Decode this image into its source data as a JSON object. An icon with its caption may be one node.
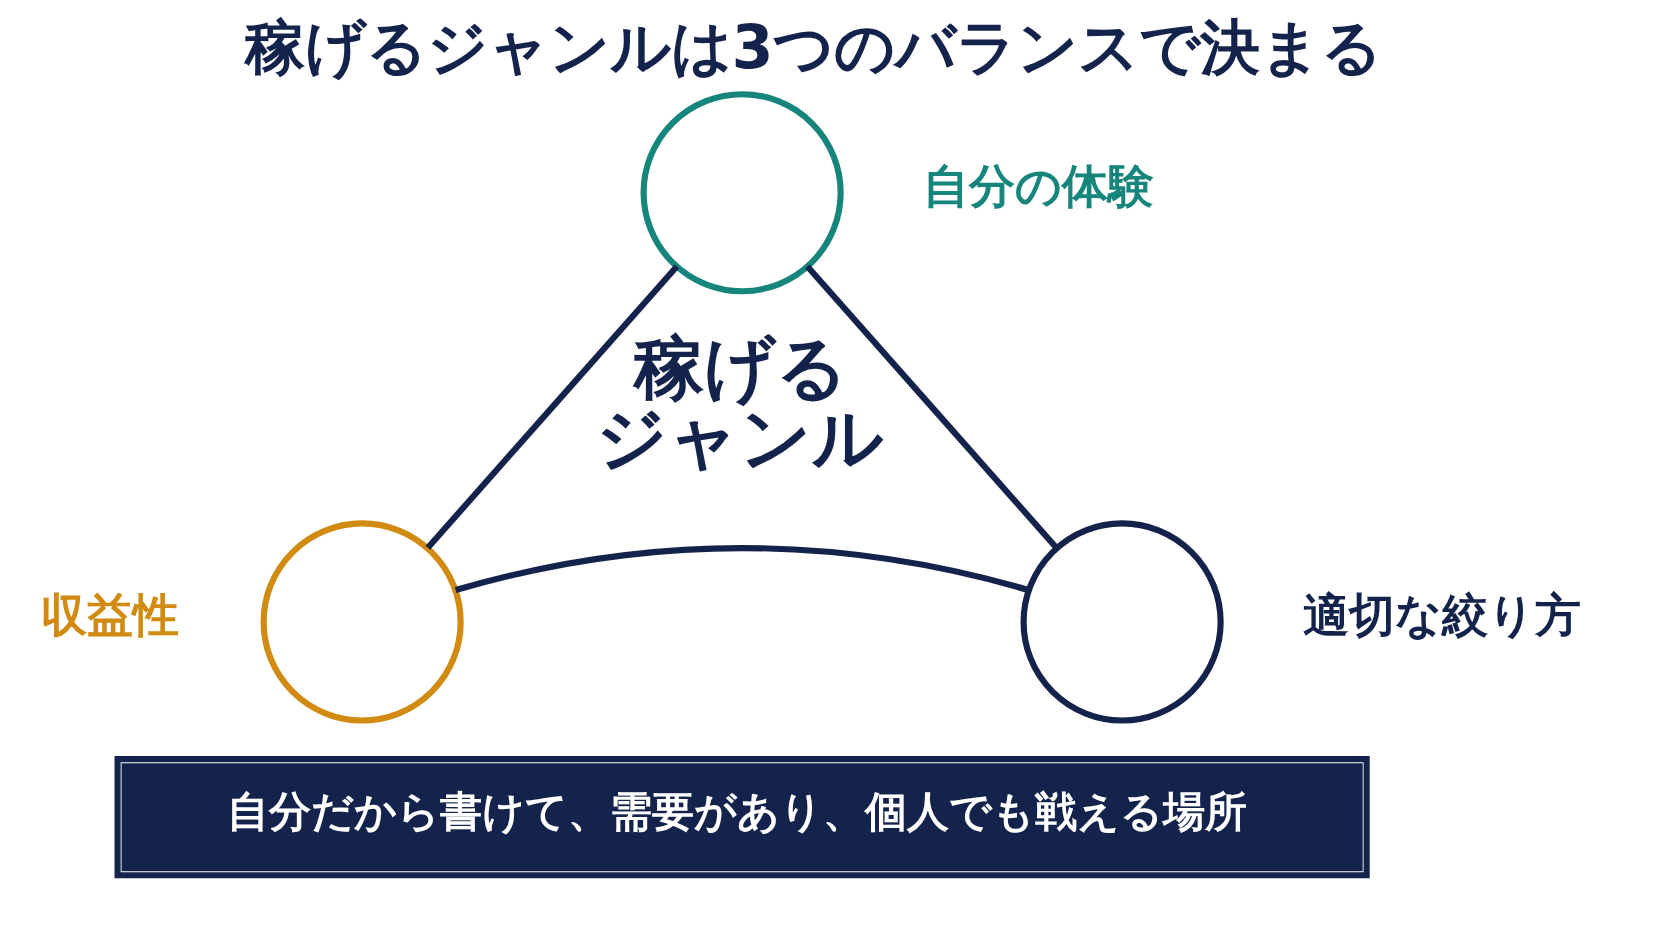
{
  "diagram": {
    "title": "稼げるジャンルは3つのバランスで決まる",
    "nodes": [
      {
        "text": [],
        "shape": "circle",
        "beside": [
          "自分の体験"
        ]
      },
      {
        "text": [],
        "shape": "circle",
        "beside": [
          "収益性"
        ]
      },
      {
        "text": [],
        "shape": "circle",
        "beside": [
          "適切な絞り方"
        ]
      },
      {
        "text": [
          "自分だから書けて、需要があり、個人でも戦える場所"
        ]
      }
    ],
    "edges": [
      {
        "from": 0,
        "to": 1,
        "arrow": "none"
      },
      {
        "from": 0,
        "to": 2,
        "arrow": "none"
      },
      {
        "from": 1,
        "to": 2,
        "arrow": "none"
      }
    ],
    "labels": [
      "稼げるジャンル"
    ]
  }
}
